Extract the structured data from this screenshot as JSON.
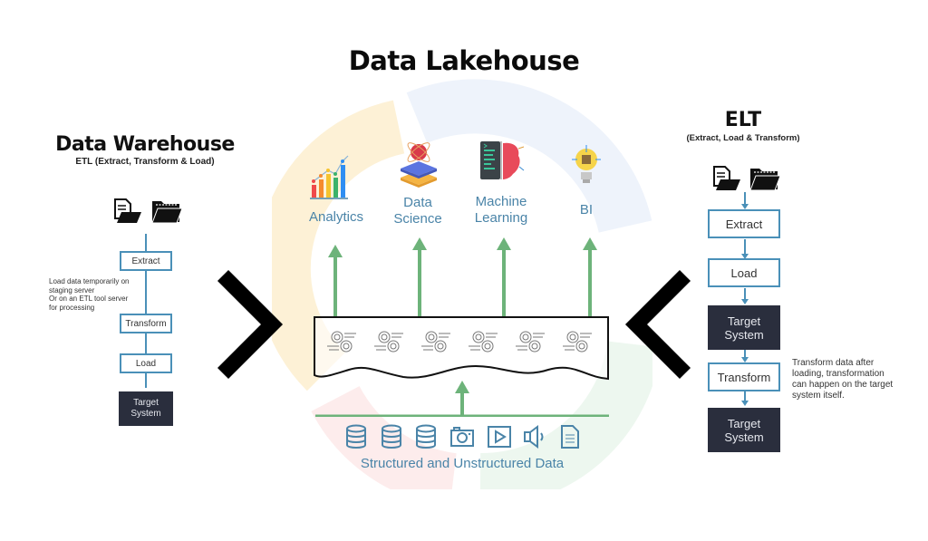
{
  "title": "Data Lakehouse",
  "data_warehouse": {
    "title": "Data Warehouse",
    "subtitle": "ETL (Extract, Transform & Load)",
    "icons": [
      "document-folder-icon",
      "open-folder-icon"
    ],
    "steps": [
      {
        "label": "Extract",
        "style": "outline"
      },
      {
        "label": "Transform",
        "style": "outline"
      },
      {
        "label": "Load",
        "style": "outline"
      },
      {
        "label": "Target System",
        "style": "dark"
      }
    ],
    "note": [
      "Load data temporarily on",
      "staging server",
      "Or on an ETL tool server",
      "for processing"
    ]
  },
  "lakehouse": {
    "use_cases": [
      {
        "label": "Analytics",
        "icon": "bar-chart-icon"
      },
      {
        "label": "Data Science",
        "icon": "data-science-icon"
      },
      {
        "label": "Machine Learning",
        "icon": "machine-learning-icon"
      },
      {
        "label": "BI",
        "icon": "lightbulb-chip-icon"
      }
    ],
    "processing_icons_count": 6,
    "source_icons": [
      "database-icon",
      "database-icon",
      "database-icon",
      "camera-icon",
      "video-play-icon",
      "speaker-icon",
      "document-icon"
    ],
    "sources_label": "Structured and Unstructured Data"
  },
  "elt": {
    "title": "ELT",
    "subtitle": "(Extract, Load & Transform)",
    "icons": [
      "document-folder-icon",
      "open-folder-icon"
    ],
    "steps": [
      {
        "label": "Extract",
        "style": "outline"
      },
      {
        "label": "Load",
        "style": "outline"
      },
      {
        "label": "Target System",
        "style": "dark"
      },
      {
        "label": "Transform",
        "style": "outline"
      },
      {
        "label": "Target System",
        "style": "dark"
      }
    ],
    "note": [
      "Transform data after",
      "loading, transformation",
      "can happen on the target",
      "system itself."
    ]
  },
  "colors": {
    "flow_blue": "#4a90b8",
    "dark_box": "#2a2e3d",
    "arrow_green": "#6db37a",
    "label_blue": "#4a84a8"
  }
}
